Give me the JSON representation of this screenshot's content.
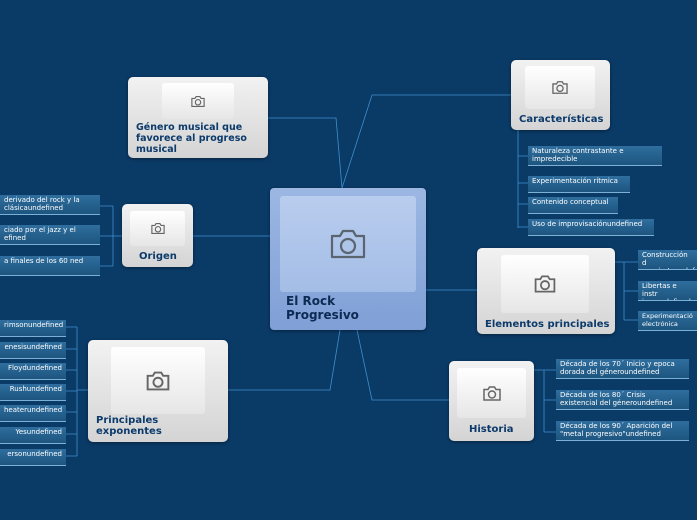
{
  "central": {
    "title": "El Rock Progresivo",
    "icon": "camera-icon"
  },
  "caracteristicas": {
    "title": "Características",
    "items": [
      "Naturaleza contrastante e impredecible",
      "Experimentación rítmica",
      "Contenido conceptual",
      "Uso de improvisaciónundefined"
    ]
  },
  "elementos": {
    "title": "Elementos principales",
    "items": [
      "Construcción d conciertoundef",
      "Libertas e instr jazzundefined",
      "Experimentació electrónica"
    ]
  },
  "historia": {
    "title": "Historia",
    "items": [
      "Década de los 70´ Inicio y epoca dorada del géneroundefined",
      "Década de los 80´ Crisis existencial del géneroundefined",
      "Década de los 90´ Aparición del \"metal progresivo\"undefined"
    ]
  },
  "genero": {
    "title": "Género musical que favorece al progreso musical"
  },
  "origen": {
    "title": "Origen",
    "items": [
      "derivado del rock y la clásicaundefined",
      "ciado por el jazz y el efined",
      "a finales de los 60 ned"
    ]
  },
  "exponentes": {
    "title": "Principales exponentes",
    "items": [
      "rimsonundefined",
      "enesisundefined",
      "Floydundefined",
      "Rushundefined",
      "heaterundefined",
      "Yesundefined",
      "ersonundefined"
    ]
  },
  "colors": {
    "background": "#0a3a66",
    "connector": "#3f8fcf",
    "central": "#8eacdc",
    "node_label": "#0b3a6b"
  }
}
